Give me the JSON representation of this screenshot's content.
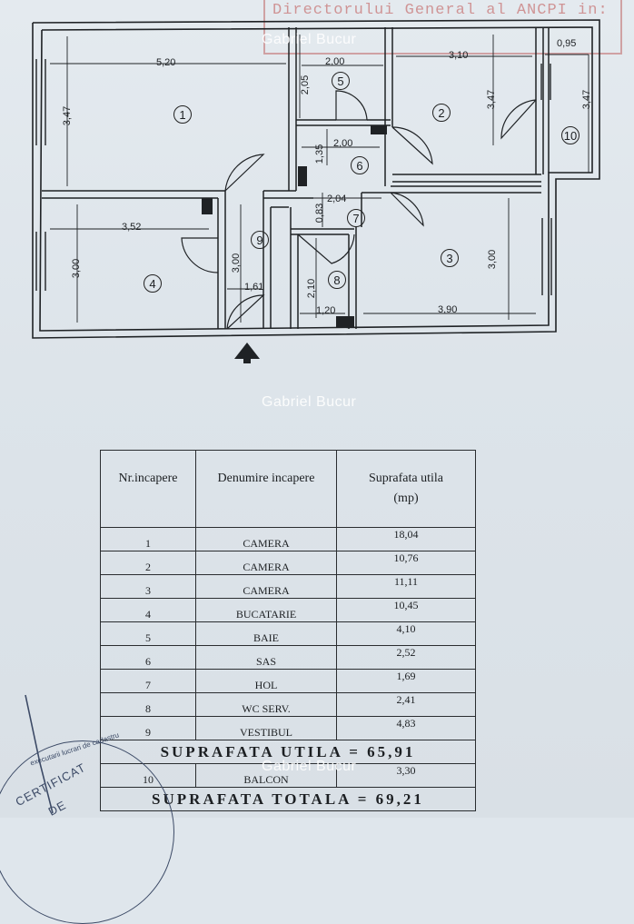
{
  "stamp_header": "Directorului General al ANCPI in:",
  "watermark": "Gabriel Bucur",
  "plan": {
    "dimensions": {
      "d1": "5,20",
      "d2": "3,47",
      "d3": "2,05",
      "d4": "2,00",
      "d5": "3,10",
      "d6": "3,47",
      "d7": "0,95",
      "d8": "3,47",
      "d9": "1,35",
      "d10": "2,00",
      "d11": "0,83",
      "d12": "2,04",
      "d13": "3,52",
      "d14": "3,00",
      "d15": "3,00",
      "d16": "1,61",
      "d17": "2,10",
      "d18": "1,20",
      "d19": "3,00",
      "d20": "3,90"
    },
    "rooms": [
      "1",
      "2",
      "3",
      "4",
      "5",
      "6",
      "7",
      "8",
      "9",
      "10"
    ]
  },
  "table": {
    "headers": {
      "nr": "Nr.incapere",
      "name": "Denumire incapere",
      "area": "Suprafata utila",
      "unit": "(mp)"
    },
    "rows": [
      {
        "nr": "1",
        "name": "CAMERA",
        "area": "18,04"
      },
      {
        "nr": "2",
        "name": "CAMERA",
        "area": "10,76"
      },
      {
        "nr": "3",
        "name": "CAMERA",
        "area": "11,11"
      },
      {
        "nr": "4",
        "name": "BUCATARIE",
        "area": "10,45"
      },
      {
        "nr": "5",
        "name": "BAIE",
        "area": "4,10"
      },
      {
        "nr": "6",
        "name": "SAS",
        "area": "2,52"
      },
      {
        "nr": "7",
        "name": "HOL",
        "area": "1,69"
      },
      {
        "nr": "8",
        "name": "WC SERV.",
        "area": "2,41"
      },
      {
        "nr": "9",
        "name": "VESTIBUL",
        "area": "4,83"
      }
    ],
    "total_util": "SUPRAFATA UTILA = 65,91",
    "balcony": {
      "nr": "10",
      "name": "BALCON",
      "area": "3,30"
    },
    "total": "SUPRAFATA TOTALA = 69,21"
  },
  "seal": {
    "line1": "CERTIFICAT",
    "line2": "DE",
    "line3": "executarii lucrari de cadastru"
  }
}
